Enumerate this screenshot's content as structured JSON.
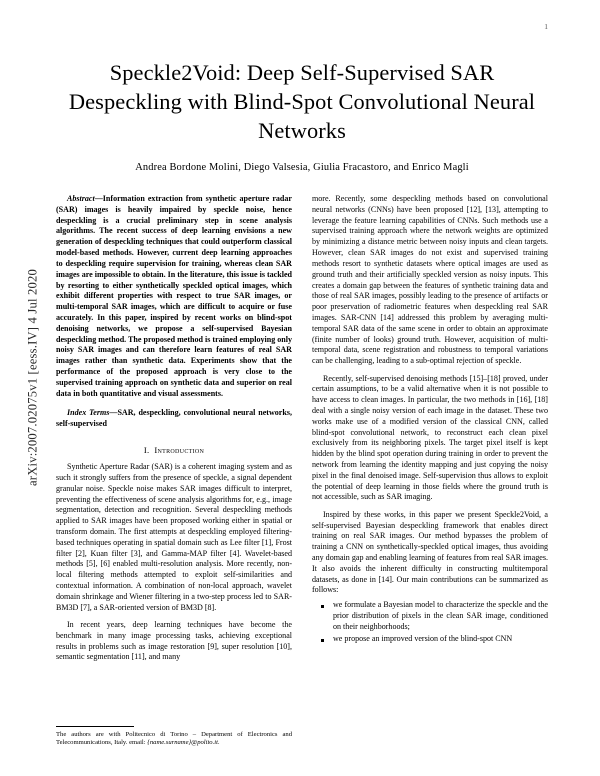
{
  "folio": "1",
  "arxiv_stamp": "arXiv:2007.02075v1  [eess.IV]  4 Jul 2020",
  "title": "Speckle2Void: Deep Self-Supervised SAR Despeckling with Blind-Spot Convolutional Neural Networks",
  "authors": "Andrea Bordone Molini, Diego Valsesia, Giulia Fracastoro, and Enrico Magli",
  "abstract": {
    "lead_label": "Abstract",
    "dash": "—",
    "body": "Information extraction from synthetic aperture radar (SAR) images is heavily impaired by speckle noise, hence despeckling is a crucial preliminary step in scene analysis algorithms. The recent success of deep learning envisions a new generation of despeckling techniques that could outperform classical model-based methods. However, current deep learning approaches to despeckling require supervision for training, whereas clean SAR images are impossible to obtain. In the literature, this issue is tackled by resorting to either synthetically speckled optical images, which exhibit different properties with respect to true SAR images, or multi-temporal SAR images, which are difficult to acquire or fuse accurately. In this paper, inspired by recent works on blind-spot denoising networks, we propose a self-supervised Bayesian despeckling method. The proposed method is trained employing only noisy SAR images and can therefore learn features of real SAR images rather than synthetic data. Experiments show that the performance of the proposed approach is very close to the supervised training approach on synthetic data and superior on real data in both quantitative and visual assessments."
  },
  "index_terms": {
    "lead_label": "Index Terms",
    "dash": "—",
    "body": "SAR, despeckling, convolutional neural networks, self-supervised"
  },
  "sections": {
    "introduction": {
      "numeral": "I.",
      "title": "Introduction"
    }
  },
  "left_column": {
    "paragraphs": [
      "Synthetic Aperture Radar (SAR) is a coherent imaging system and as such it strongly suffers from the presence of speckle, a signal dependent granular noise. Speckle noise makes SAR images difficult to interpret, preventing the effectiveness of scene analysis algorithms for, e.g., image segmentation, detection and recognition. Several despeckling methods applied to SAR images have been proposed working either in spatial or transform domain. The first attempts at despeckling employed filtering-based techniques operating in spatial domain such as Lee filter [1], Frost filter [2], Kuan filter [3], and Gamma-MAP filter [4]. Wavelet-based methods [5], [6] enabled multi-resolution analysis. More recently, non-local filtering methods attempted to exploit self-similarities and contextual information. A combination of non-local approach, wavelet domain shrinkage and Wiener filtering in a two-step process led to SAR-BM3D [7], a SAR-oriented version of BM3D [8].",
      "In recent years, deep learning techniques have become the benchmark in many image processing tasks, achieving exceptional results in problems such as image restoration [9], super resolution [10], semantic segmentation [11], and many"
    ]
  },
  "right_column": {
    "paragraphs": [
      "more. Recently, some despeckling methods based on convolutional neural networks (CNNs) have been proposed [12], [13], attempting to leverage the feature learning capabilities of CNNs. Such methods use a supervised training approach where the network weights are optimized by minimizing a distance metric between noisy inputs and clean targets. However, clean SAR images do not exist and supervised training methods resort to synthetic datasets where optical images are used as ground truth and their artificially speckled version as noisy inputs. This creates a domain gap between the features of synthetic training data and those of real SAR images, possibly leading to the presence of artifacts or poor preservation of radiometric features when despeckling real SAR images. SAR-CNN [14] addressed this problem by averaging multi-temporal SAR data of the same scene in order to obtain an approximate (finite number of looks) ground truth. However, acquisition of multi-temporal data, scene registration and robustness to temporal variations can be challenging, leading to a sub-optimal rejection of speckle.",
      "Recently, self-supervised denoising methods [15]–[18] proved, under certain assumptions, to be a valid alternative when it is not possible to have access to clean images. In particular, the two methods in [16], [18] deal with a single noisy version of each image in the dataset. These two works make use of a modified version of the classical CNN, called blind-spot convolutional network, to reconstruct each clean pixel exclusively from its neighboring pixels. The target pixel itself is kept hidden by the blind spot operation during training in order to prevent the network from learning the identity mapping and just copying the noisy pixel in the final denoised image. Self-supervision thus allows to exploit the potential of deep learning in those fields where the ground truth is not accessible, such as SAR imaging.",
      "Inspired by these works, in this paper we present Speckle2Void, a self-supervised Bayesian despeckling framework that enables direct training on real SAR images. Our method bypasses the problem of training a CNN on synthetically-speckled optical images, thus avoiding any domain gap and enabling learning of features from real SAR images. It also avoids the inherent difficulty in constructing multitemporal datasets, as done in [14]. Our main contributions can be summarized as follows:"
    ],
    "contributions": [
      "we formulate a Bayesian model to characterize the speckle and the prior distribution of pixels in the clean SAR image, conditioned on their neighborhoods;",
      "we propose an improved version of the blind-spot CNN"
    ]
  },
  "footnote": {
    "text_before_email": "The authors are with Politecnico di Torino – Department of Electronics and Telecommunications, Italy. email: ",
    "email": "{name.surname}@polito.it",
    "text_after_email": "."
  }
}
